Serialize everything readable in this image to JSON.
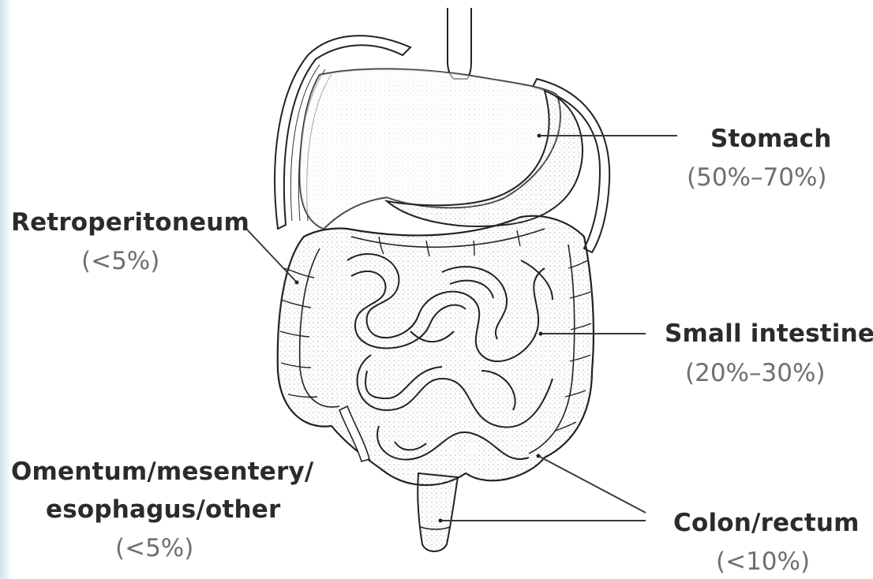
{
  "labels": {
    "stomach": {
      "name": "Stomach",
      "pct": "(50%–70%)"
    },
    "retroperitoneum": {
      "name": "Retroperitoneum",
      "pct": "(<5%)"
    },
    "small_intestine": {
      "name": "Small intestine",
      "pct": "(20%–30%)"
    },
    "omentum": {
      "line1": "Omentum/mesentery/",
      "line2": "esophagus/other",
      "pct": "(<5%)"
    },
    "colon": {
      "name": "Colon/rectum",
      "pct": "(<10%)"
    }
  },
  "colors": {
    "text": "#2b2b2b",
    "percent": "#6f6f6f",
    "line": "#3a3a3a",
    "edge": "#cfe3ee"
  }
}
